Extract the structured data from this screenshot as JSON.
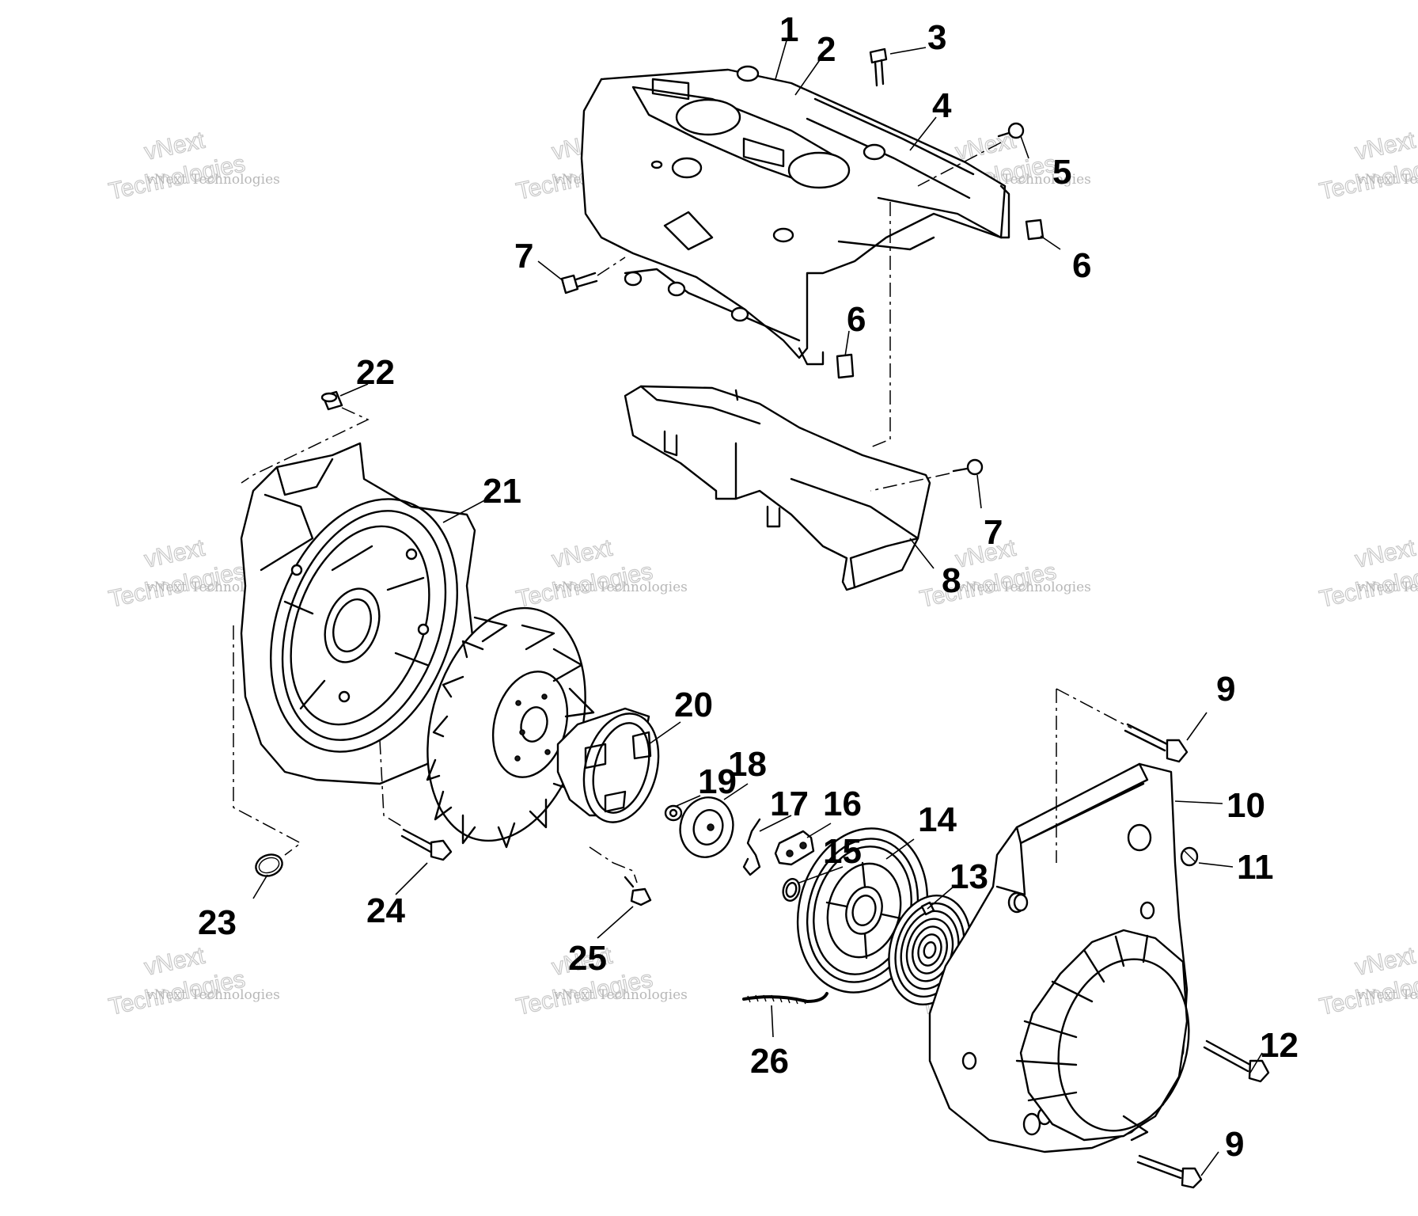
{
  "watermark": {
    "text": "vNext Technologies",
    "word1": "vNext",
    "word2": "Technologies"
  },
  "callouts": {
    "c1": "1",
    "c2": "2",
    "c3": "3",
    "c4": "4",
    "c5": "5",
    "c6a": "6",
    "c6b": "6",
    "c7a": "7",
    "c7b": "7",
    "c8": "8",
    "c9a": "9",
    "c9b": "9",
    "c10": "10",
    "c11": "11",
    "c12": "12",
    "c13": "13",
    "c14": "14",
    "c15": "15",
    "c16": "16",
    "c17": "17",
    "c18": "18",
    "c19": "19",
    "c20": "20",
    "c21": "21",
    "c22": "22",
    "c23": "23",
    "c24": "24",
    "c25": "25",
    "c26": "26"
  }
}
